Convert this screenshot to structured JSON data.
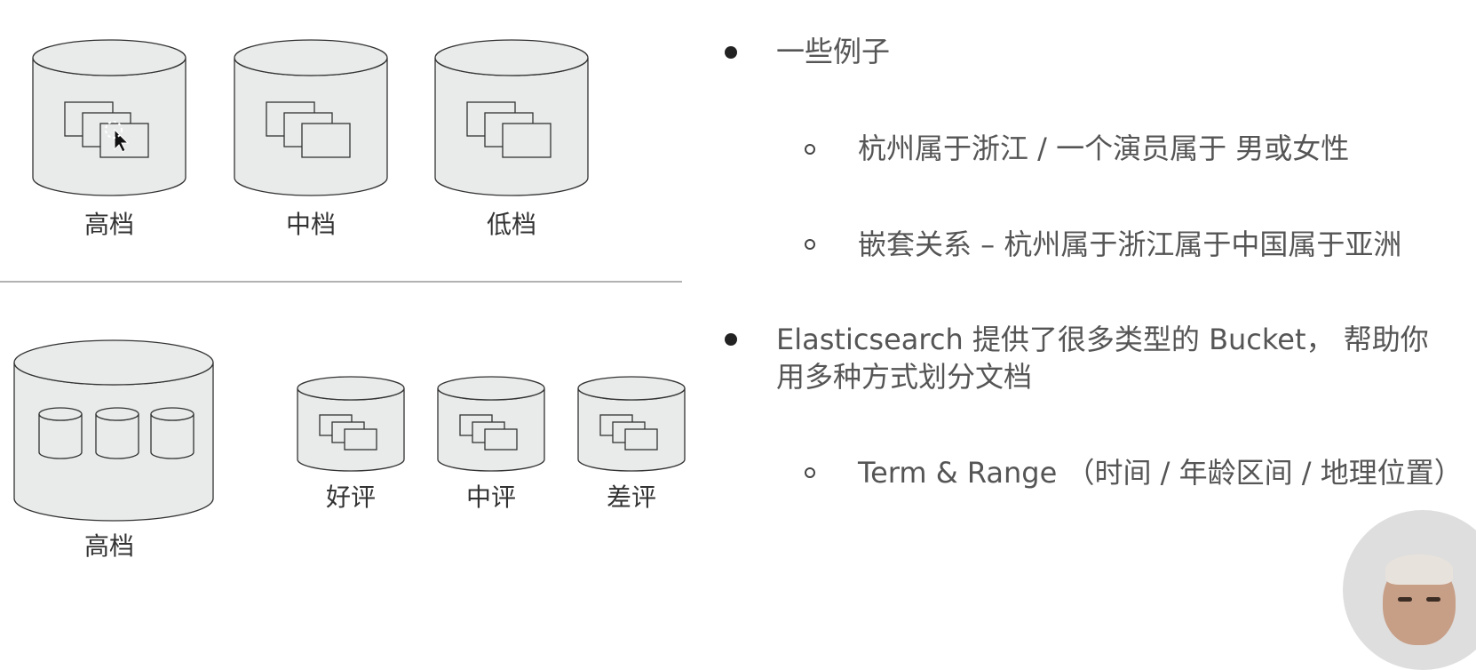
{
  "diagram": {
    "top_labels": [
      "高档",
      "中档",
      "低档"
    ],
    "bottom_big_label": "高档",
    "bottom_small_labels": [
      "好评",
      "中评",
      "差评"
    ]
  },
  "bullets": {
    "item1": "一些例子",
    "item1_sub1": "杭州属于浙江 / 一个演员属于 男或女性",
    "item1_sub2": "嵌套关系 – 杭州属于浙江属于中国属于亚洲",
    "item2": "Elasticsearch 提供了很多类型的 Bucket， 帮助你用多种方式划分文档",
    "item2_sub1": "Term & Range （时间 / 年龄区间 / 地理位置）"
  },
  "icons": {
    "cursor": "mouse-pointer-icon",
    "presenter": "presenter-video-avatar"
  },
  "colors": {
    "cylinder_fill": "#e9eaea",
    "stroke": "#333333",
    "text": "#555555"
  }
}
